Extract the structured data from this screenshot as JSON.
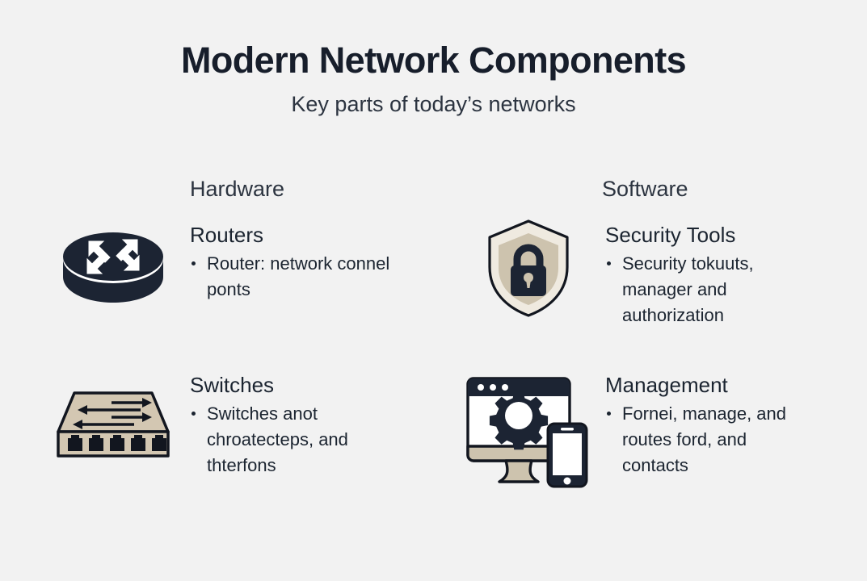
{
  "header": {
    "title": "Modern Network Components",
    "subtitle": "Key parts of today’s networks"
  },
  "colors": {
    "background": "#f2f2f2",
    "text": "#1b2430",
    "dark_navy": "#1c2433",
    "tan": "#d3c7b2",
    "cream": "#efeae0"
  },
  "columns": [
    {
      "heading": "Hardware",
      "entries": [
        {
          "icon": "router-icon",
          "title": "Routers",
          "bullets": [
            "Router: network connel ponts"
          ]
        },
        {
          "icon": "switch-icon",
          "title": "Switches",
          "bullets": [
            "Switches anot chroatecteps, and thterfons"
          ]
        }
      ]
    },
    {
      "heading": "Software",
      "entries": [
        {
          "icon": "shield-lock-icon",
          "title": "Security Tools",
          "bullets": [
            "Security tokuuts, manager and authorization"
          ]
        },
        {
          "icon": "monitor-gear-phone-icon",
          "title": "Management",
          "bullets": [
            "Fornei, manage, and routes ford, and contacts"
          ]
        }
      ]
    }
  ]
}
